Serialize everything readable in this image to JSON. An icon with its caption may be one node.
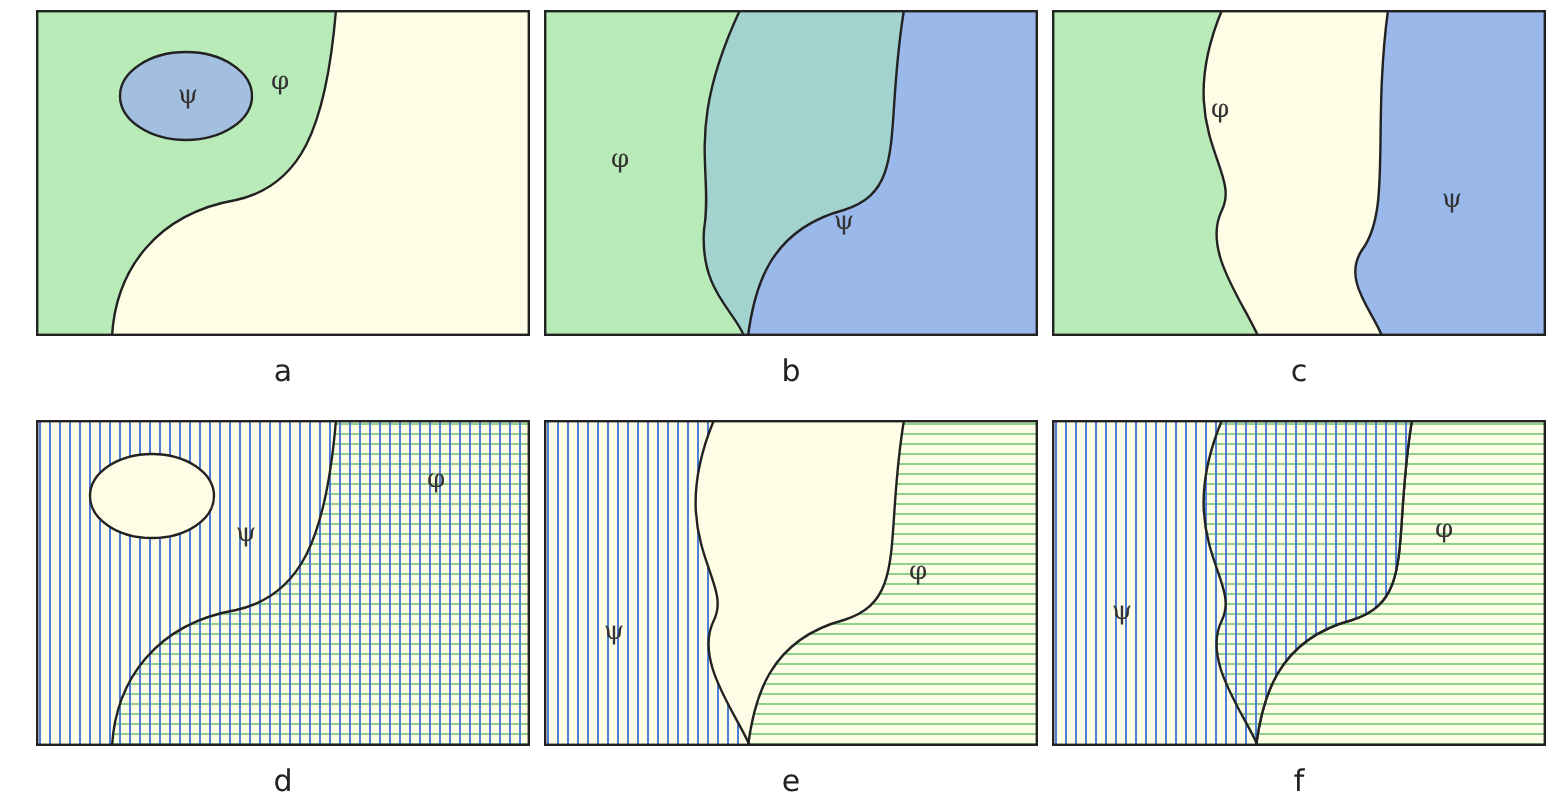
{
  "diagram": {
    "labels": [
      "ψ",
      "φ",
      "a",
      "φ",
      "ψ",
      "b",
      "φ",
      "ψ",
      "c",
      "ψ",
      "φ",
      "d",
      "ψ",
      "φ",
      "e",
      "ψ",
      "φ",
      "f"
    ]
  }
}
